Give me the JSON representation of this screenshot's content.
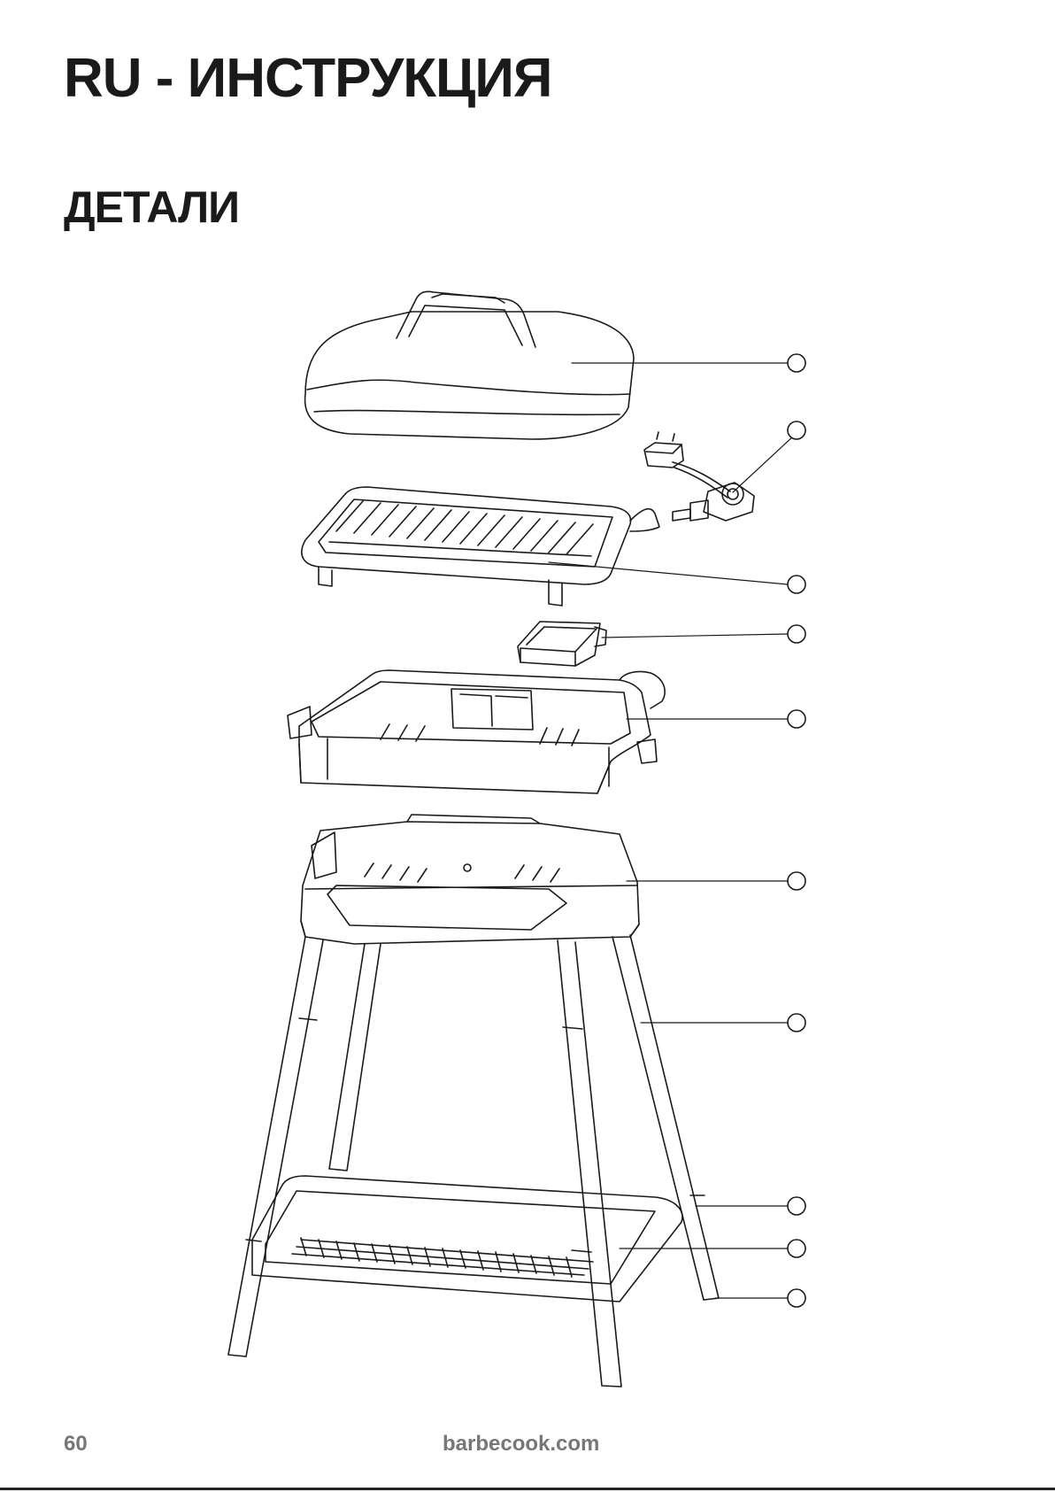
{
  "header": {
    "title": "RU - ИНСТРУКЦИЯ",
    "section_title": "ДЕТАЛИ"
  },
  "diagram": {
    "stroke_color": "#1a1a1a",
    "callouts": [
      {
        "part": "lid"
      },
      {
        "part": "thermostat-cord"
      },
      {
        "part": "grill-plate"
      },
      {
        "part": "drip-tray"
      },
      {
        "part": "base"
      },
      {
        "part": "stand-top"
      },
      {
        "part": "upper-legs"
      },
      {
        "part": "leg-connector"
      },
      {
        "part": "bottom-shelf"
      },
      {
        "part": "lower-legs"
      }
    ]
  },
  "footer": {
    "page_number": "60",
    "website": "barbecook.com"
  }
}
